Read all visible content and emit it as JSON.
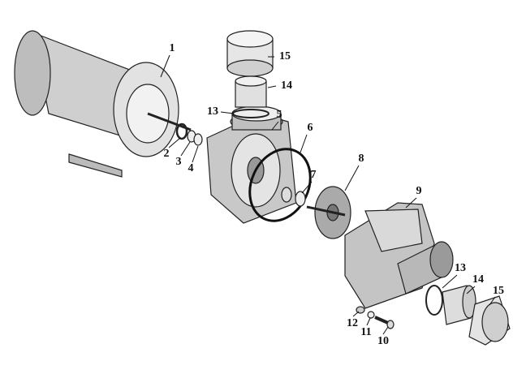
{
  "diagram": {
    "parts": [
      {
        "id": "motor",
        "number": "1"
      },
      {
        "id": "top-union-nut",
        "number": "15"
      },
      {
        "id": "top-union-tailpiece",
        "number": "14"
      },
      {
        "id": "top-o-ring",
        "number": "13"
      },
      {
        "id": "pump-housing",
        "number": "5"
      },
      {
        "id": "housing-o-ring",
        "number": "6"
      },
      {
        "id": "water-slinger",
        "number": "2"
      },
      {
        "id": "seal-part-a",
        "number": "3"
      },
      {
        "id": "seal-part-b",
        "number": "4"
      },
      {
        "id": "shaft-seal",
        "number": "7"
      },
      {
        "id": "impeller",
        "number": "8"
      },
      {
        "id": "diffuser-cover",
        "number": "9"
      },
      {
        "id": "side-o-ring",
        "number": "13"
      },
      {
        "id": "side-union-tailpiece",
        "number": "14"
      },
      {
        "id": "side-union-nut",
        "number": "15"
      },
      {
        "id": "washer",
        "number": "12"
      },
      {
        "id": "lock-washer",
        "number": "11"
      },
      {
        "id": "bolt",
        "number": "10"
      }
    ]
  }
}
